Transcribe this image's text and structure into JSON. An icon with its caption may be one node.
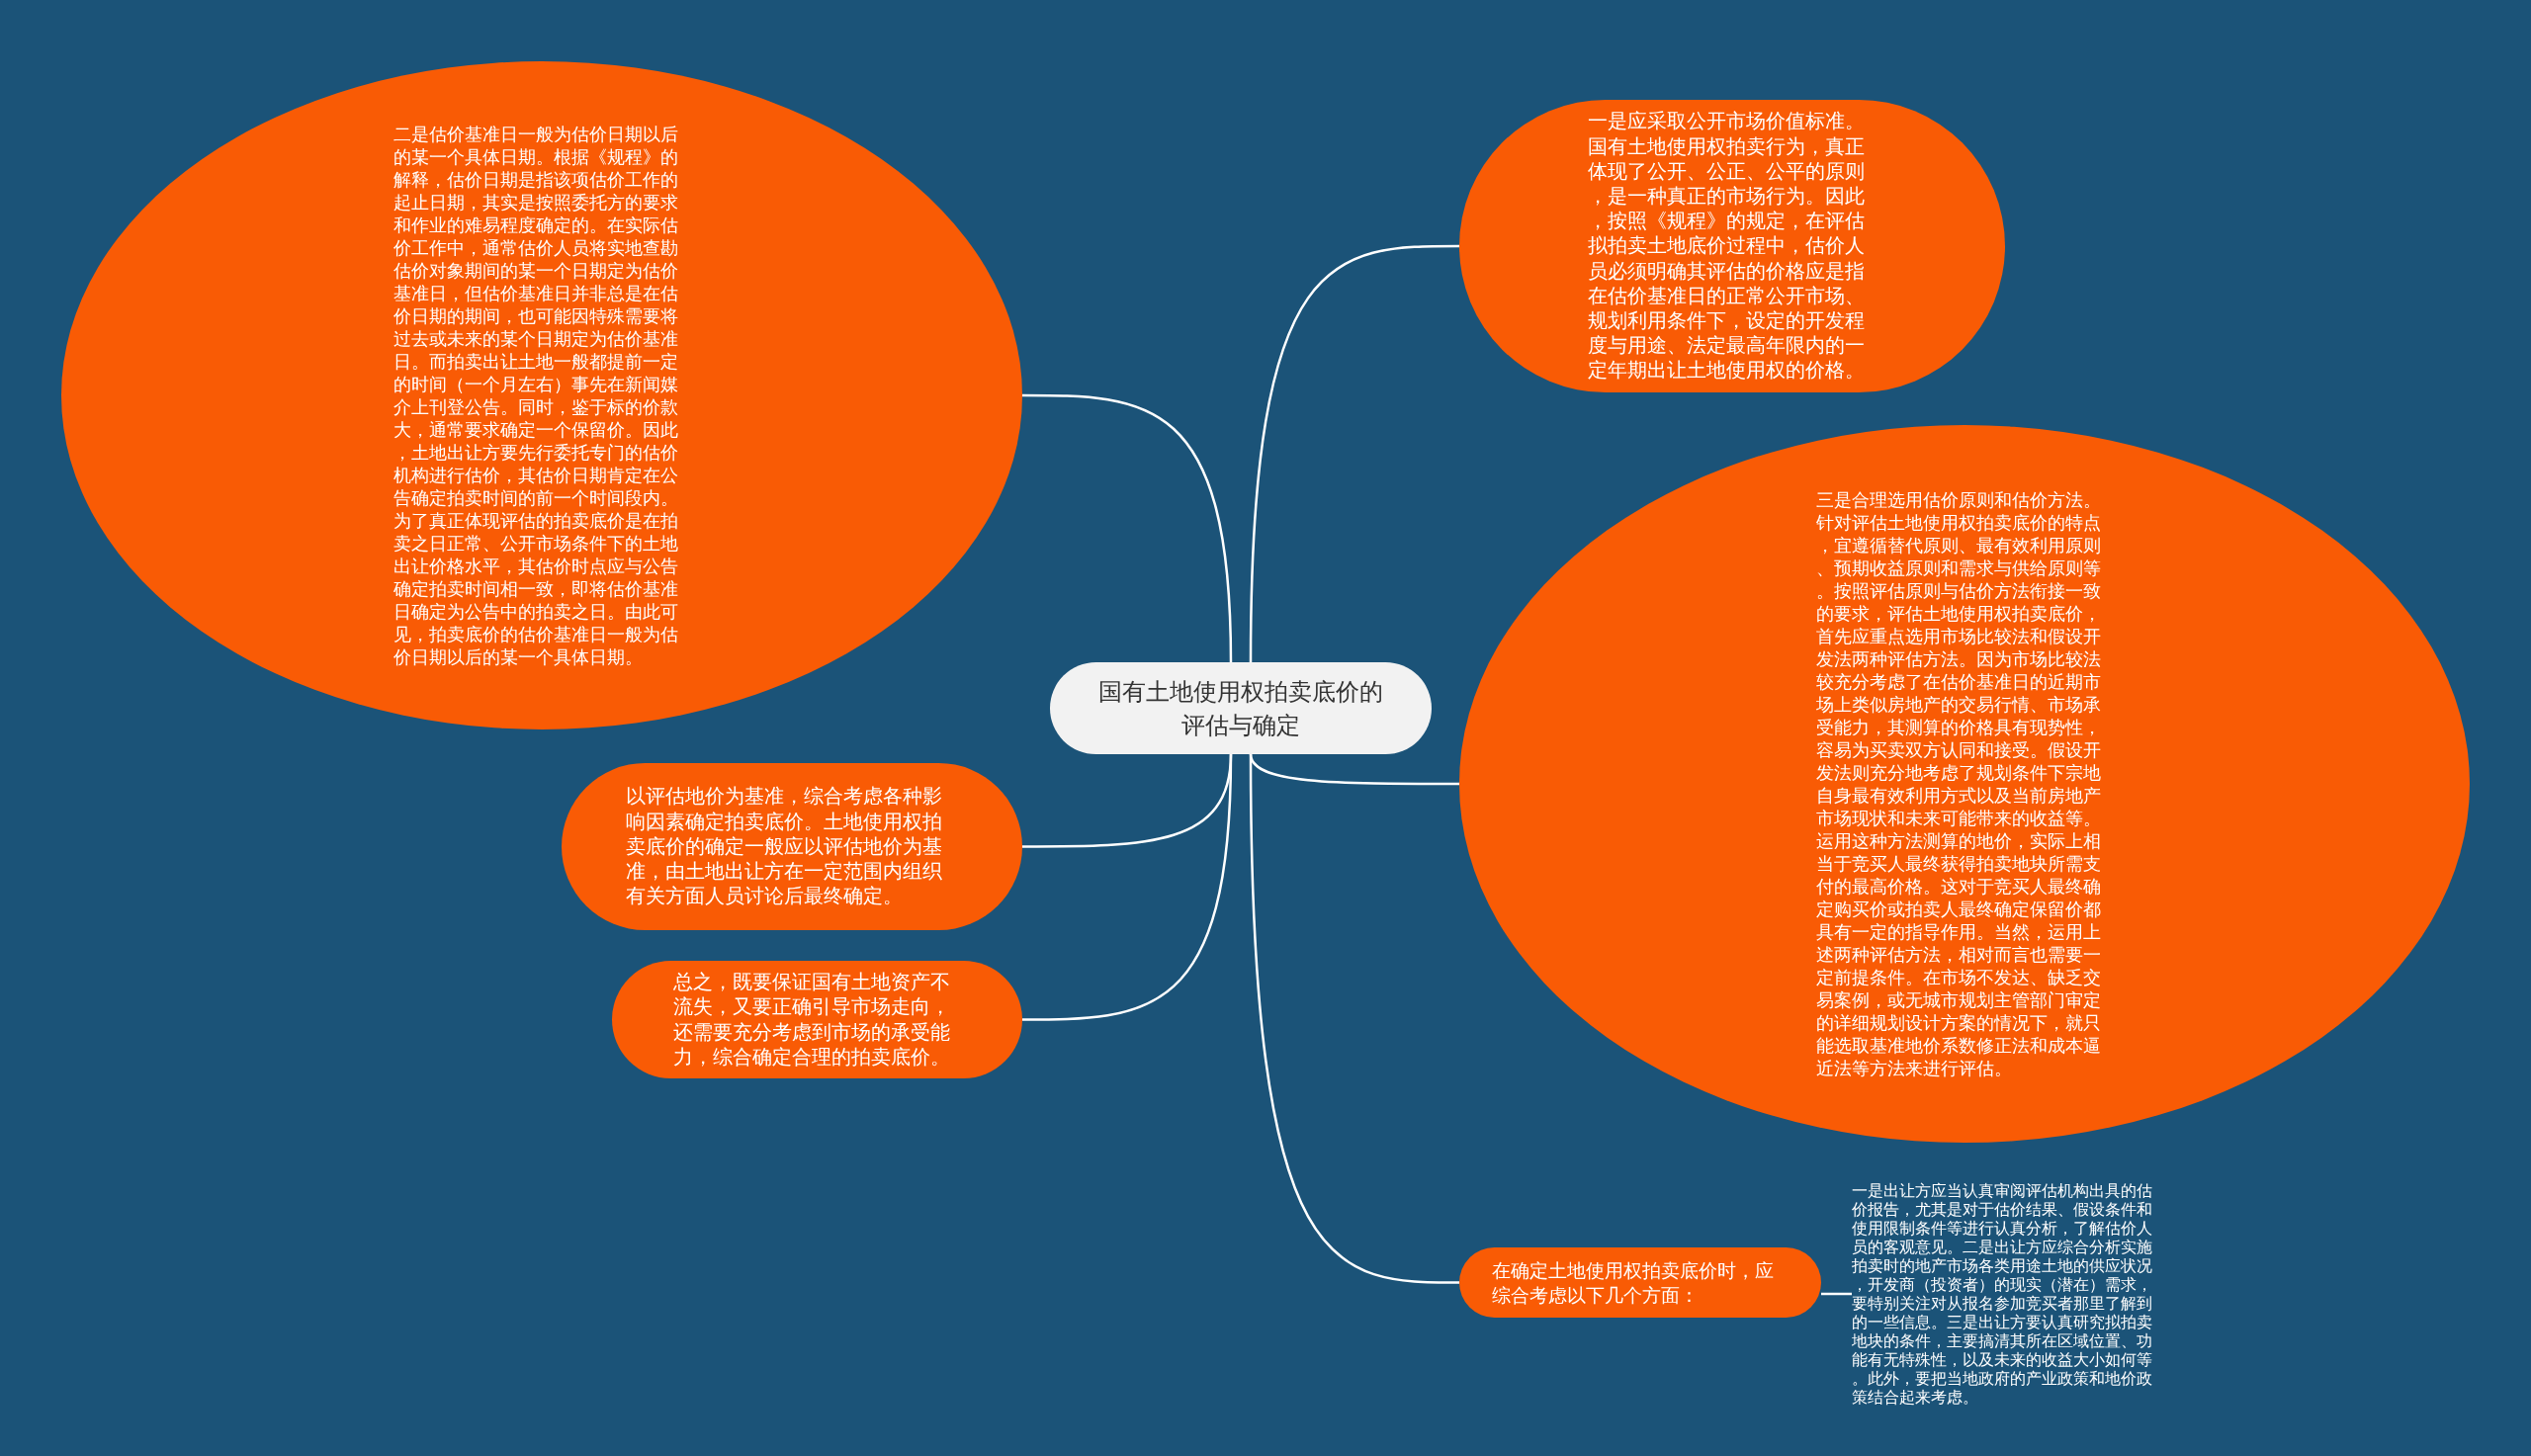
{
  "diagram": {
    "nodes": [
      {
        "text": [
          "国有土地使用权拍卖底价的评估与确定"
        ]
      },
      {
        "text": [
          "一是应采取公开市场价值标准。国有土地使用权拍卖行为，真正体现了公开、公正、公平的原则，是一种真正的市场行为。因此，按照《规程》的规定，在评估拟拍卖土地底价过程中，估价人员必须明确其评估的价格应是指在估价基准日的正常公开市场、规划利用条件下，设定的开发程度与用途、法定最高年限内的一定年期出让土地使用权的价格。"
        ]
      },
      {
        "text": [
          "三是合理选用估价原则和估价方法。针对评估土地使用权拍卖底价的特点，宜遵循替代原则、最有效利用原则、预期收益原则和需求与供给原则等。按照评估原则与估价方法衔接一致的要求，评估土地使用权拍卖底价，首先应重点选用市场比较法和假设开发法两种评估方法。因为市场比较法较充分考虑了在估价基准日的近期市场上类似房地产的交易行情、市场承受能力，其测算的价格具有现势性，容易为买卖双方认同和接受。假设开发法则充分地考虑了规划条件下宗地自身最有效利用方式以及当前房地产市场现状和未来可能带来的收益等。运用这种方法测算的地价，实际上相当于竞买人最终获得拍卖地块所需支付的最高价格。这对于竞买人最终确定购买价或拍卖人最终确定保留价都具有一定的指导作用。当然，运用上述两种评估方法，相对而言也需要一定前提条件。在市场不发达、缺乏交易案例，或无城市规划主管部门审定的详细规划设计方案的情况下，就只能选取基准地价系数修正法和成本逼近法等方法来进行评估。"
        ]
      },
      {
        "text": [
          "在确定土地使用权拍卖底价时，应综合考虑以下几个方面："
        ]
      },
      {
        "text": [
          "一是出让方应当认真审阅评估机构出具的估价报告，尤其是对于估价结果、假设条件和使用限制条件等进行认真分析，了解估价人员的客观意见。二是出让方应综合分析实施拍卖时的地产市场各类用途土地的供应状况，开发商（投资者）的现实（潜在）需求，要特别关注对从报名参加竞买者那里了解到的一些信息。三是出让方要认真研究拟拍卖地块的条件，主要搞清其所在区域位置、功能有无特殊性，以及未来的收益大小如何等。此外，要把当地政府的产业政策和地价政策结合起来考虑。"
        ]
      },
      {
        "text": [
          "二是估价基准日一般为估价日期以后的某一个具体日期。根据《规程》的解释，估价日期是指该项估价工作的起止日期，其实是按照委托方的要求和作业的难易程度确定的。在实际估价工作中，通常估价人员将实地查勘估价对象期间的某一个日期定为估价基准日，但估价基准日并非总是在估价日期的期间，也可能因特殊需要将过去或未来的某个日期定为估价基准日。而拍卖出让土地一般都提前一定的时间（一个月左右）事先在新闻媒介上刊登公告。同时，鉴于标的价款大，通常要求确定一个保留价。因此，土地出让方要先行委托专门的估价机构进行估价，其估价日期肯定在公告确定拍卖时间的前一个时间段内。为了真正体现评估的拍卖底价是在拍卖之日正常、公开市场条件下的土地出让价格水平，其估价时点应与公告确定拍卖时间相一致，即将估价基准日确定为公告中的拍卖之日。由此可见，拍卖底价的估价基准日一般为估价日期以后的某一个具体日期。"
        ]
      },
      {
        "text": [
          "以评估地价为基准，综合考虑各种影响因素确定拍卖底价。土地使用权拍卖底价的确定一般应以评估地价为基准，由土地出让方在一定范围内组织有关方面人员讨论后最终确定。"
        ]
      },
      {
        "text": [
          "总之，既要保证国有土地资产不流失，又要正确引导市场走向，还需要充分考虑到市场的承受能力，综合确定合理的拍卖底价。"
        ]
      }
    ],
    "edges": [
      {
        "from": 0,
        "to": 1,
        "arrow": "none"
      },
      {
        "from": 0,
        "to": 2,
        "arrow": "none"
      },
      {
        "from": 0,
        "to": 3,
        "arrow": "none"
      },
      {
        "from": 3,
        "to": 4,
        "arrow": "none"
      },
      {
        "from": 0,
        "to": 5,
        "arrow": "none"
      },
      {
        "from": 0,
        "to": 6,
        "arrow": "none"
      },
      {
        "from": 0,
        "to": 7,
        "arrow": "none"
      }
    ]
  }
}
